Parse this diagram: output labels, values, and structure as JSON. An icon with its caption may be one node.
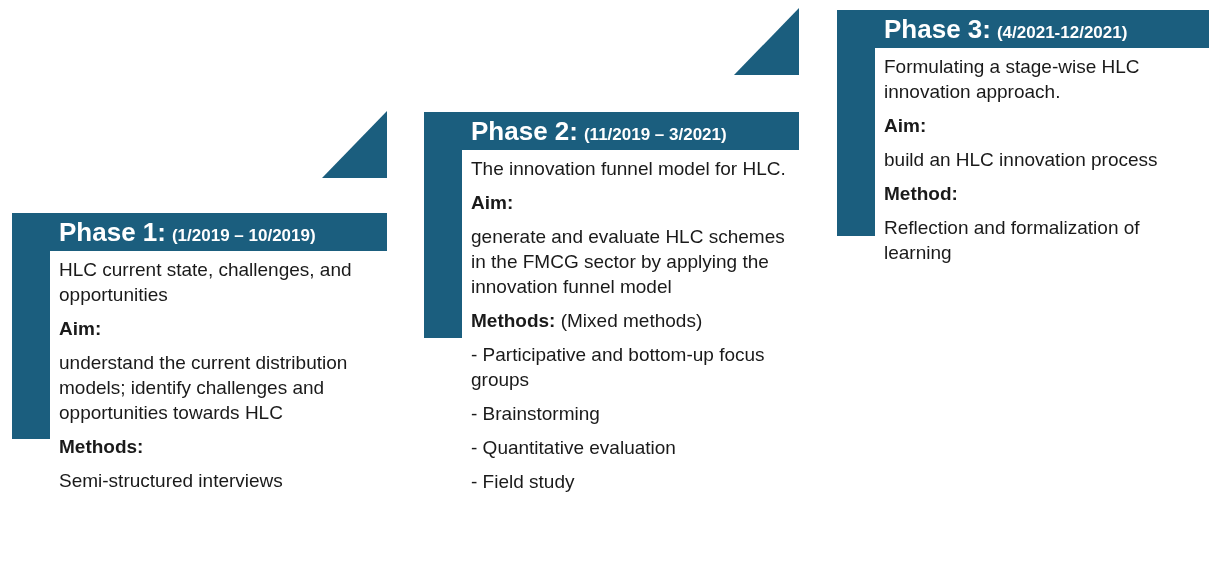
{
  "diagram": {
    "nodes": [
      {
        "text": [
          "Phase 1:",
          "(1/2019 – 10/2019)",
          "HLC current state, challenges, and opportunities",
          "Aim:",
          "understand the current distribution models; identify challenges and opportunities towards HLC",
          "Methods:",
          "Semi-structured interviews"
        ]
      },
      {
        "text": [
          "Phase 2:",
          "(11/2019 – 3/2021)",
          "The innovation funnel model for HLC.",
          "Aim:",
          "generate and evaluate HLC schemes in the FMCG sector by applying the innovation funnel model",
          "**Methods:** (Mixed methods)",
          "- Participative and bottom-up focus groups",
          "- Brainstorming",
          "- Quantitative evaluation",
          "- Field study"
        ]
      },
      {
        "text": [
          "Phase 3:",
          "(4/2021-12/2021)",
          "Formulating a stage-wise HLC innovation approach.",
          "Aim:",
          "build an HLC innovation process",
          "Method:",
          "Reflection and formalization of learning"
        ]
      }
    ]
  }
}
